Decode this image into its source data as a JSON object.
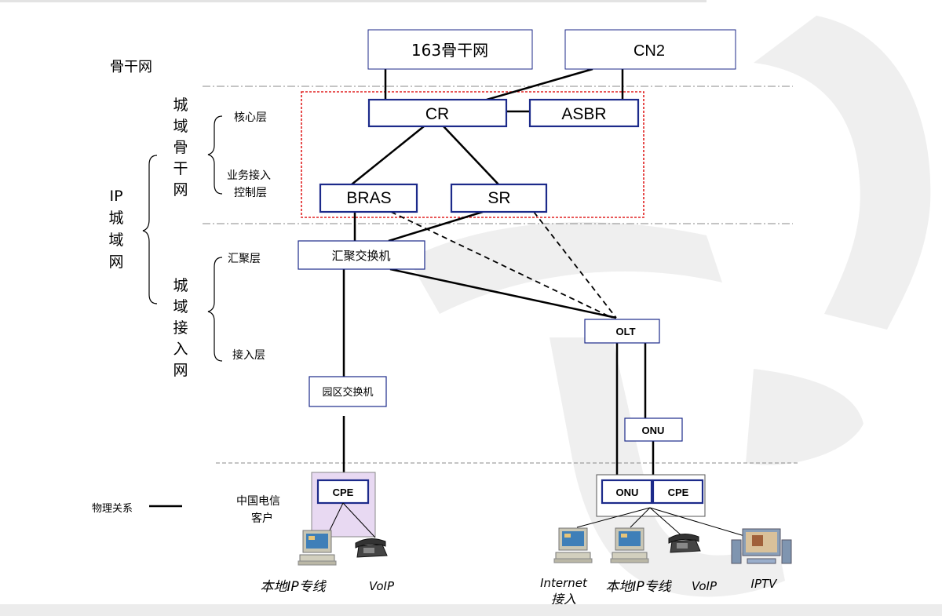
{
  "labels": {
    "backbone": "骨干网",
    "metro_backbone": "城域骨干网",
    "ip_metro": "IP城域网",
    "metro_access": "城域接入网",
    "core_layer": "核心层",
    "service_access_1": "业务接入",
    "service_access_2": "控制层",
    "aggregation_layer": "汇聚层",
    "access_layer": "接入层",
    "customer_1": "中国电信",
    "customer_2": "客户",
    "legend": "物理关系"
  },
  "nodes": {
    "n163": "163骨干网",
    "cn2": "CN2",
    "cr": "CR",
    "asbr": "ASBR",
    "bras": "BRAS",
    "sr": "SR",
    "agg_switch": "汇聚交换机",
    "olt": "OLT",
    "campus_switch": "园区交换机",
    "onu_mid": "ONU",
    "cpe_left": "CPE",
    "onu_right": "ONU",
    "cpe_right": "CPE"
  },
  "devices": {
    "local_ip_left": "本地IP专线",
    "voip_left": "VoIP",
    "internet_1": "Internet",
    "internet_2": "接入",
    "local_ip_right": "本地IP专线",
    "voip_right": "VoIP",
    "iptv": "IPTV"
  },
  "colors": {
    "box_border": "#1c2a8a",
    "dotted_frame": "#e02020",
    "cpe_bg": "#e8d9f2",
    "watermark": "#eeeeee"
  }
}
